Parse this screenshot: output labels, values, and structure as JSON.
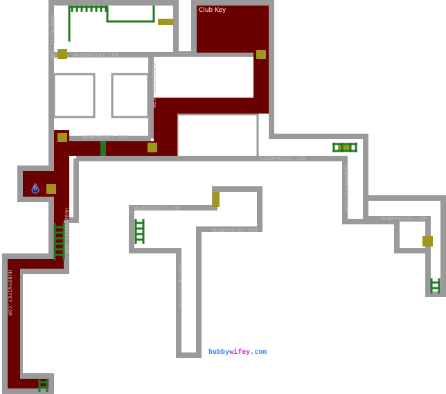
{
  "map": {
    "room_label": "Club Key",
    "marker_letter": "B",
    "credit_first": "hubby",
    "credit_second": "wifey",
    "credit_suffix": ".com",
    "watermark_text": "HUBBYWIFEY.COM"
  },
  "colors": {
    "wall": "#9a9a9a",
    "path": "#6b0000",
    "door": "#a0961e",
    "ladder": "#1f7a1f",
    "floor": "#ffffff"
  },
  "icons": [
    "door-icon",
    "ladder-icon",
    "save-point-icon"
  ]
}
